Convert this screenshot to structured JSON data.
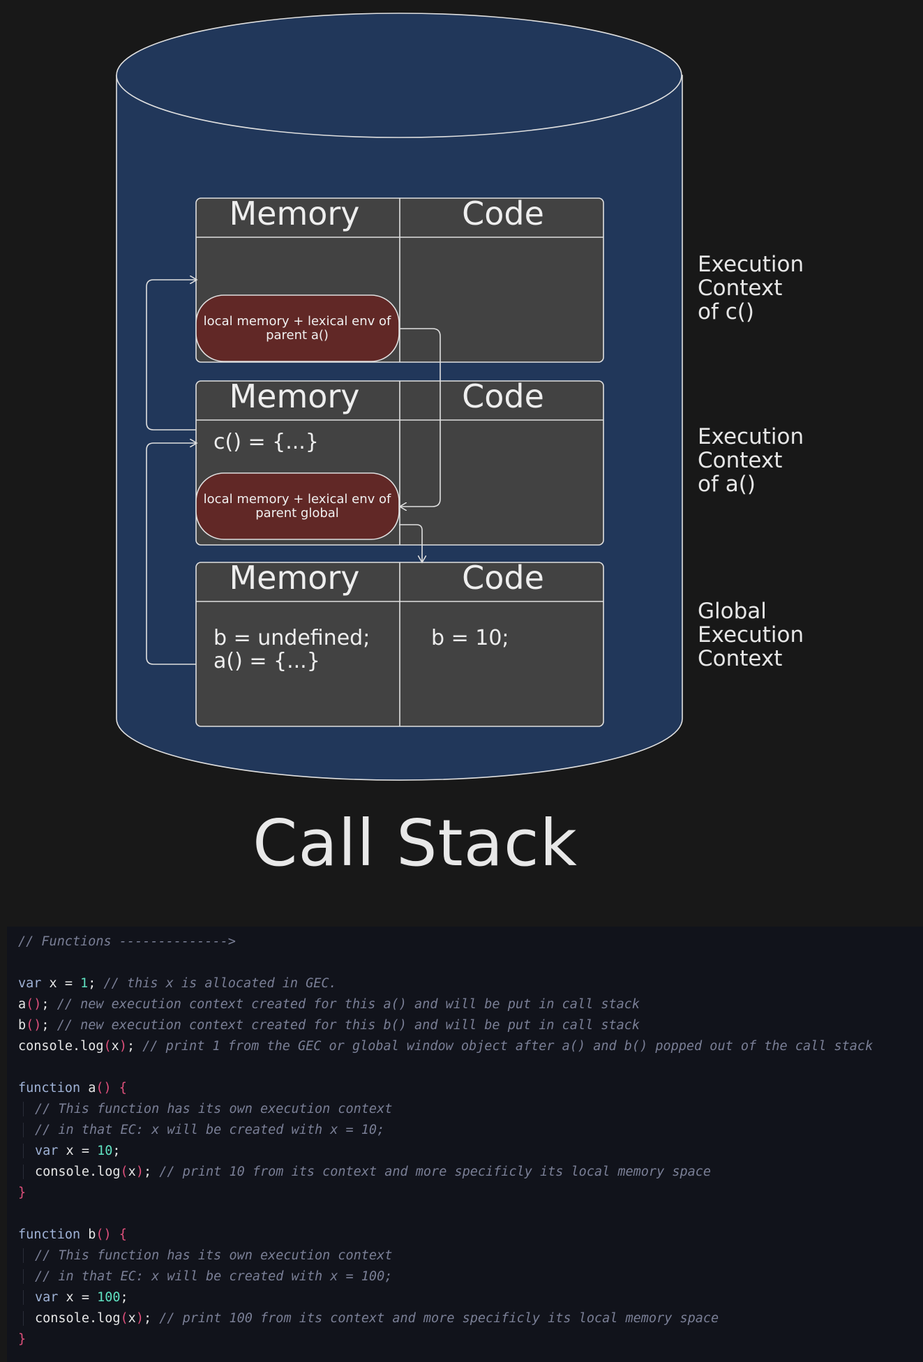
{
  "stack": {
    "contexts": [
      {
        "memory_header": "Memory",
        "code_header": "Code",
        "label_lines": [
          "Execution",
          "Context",
          "of c()"
        ],
        "memory_items": [],
        "code_items": [],
        "bubble": [
          "local memory + lexical env of",
          "parent a()"
        ]
      },
      {
        "memory_header": "Memory",
        "code_header": "Code",
        "label_lines": [
          "Execution",
          "Context",
          "of a()"
        ],
        "memory_items": [
          "c() = {...}"
        ],
        "code_items": [],
        "bubble": [
          "local memory + lexical env of",
          "parent global"
        ]
      },
      {
        "memory_header": "Memory",
        "code_header": "Code",
        "label_lines": [
          "Global",
          "Execution",
          "Context"
        ],
        "memory_items": [
          "b = undefined;",
          "a() = {...}"
        ],
        "code_items": [
          "b = 10;"
        ],
        "bubble": null
      }
    ],
    "title": "Call Stack",
    "colors": {
      "cylinder": "#21375a",
      "panel": "#424242",
      "bubble": "#612826",
      "stroke": "#e0e0e0"
    }
  },
  "code": {
    "lines": [
      [
        {
          "t": "// Functions -------------->",
          "c": "cm"
        }
      ],
      [],
      [
        {
          "t": "var",
          "c": "kw"
        },
        {
          "t": " x = "
        },
        {
          "t": "1",
          "c": "num"
        },
        {
          "t": "; "
        },
        {
          "t": "// this x is allocated in GEC.",
          "c": "cm"
        }
      ],
      [
        {
          "t": "a"
        },
        {
          "t": "()",
          "c": "br"
        },
        {
          "t": "; "
        },
        {
          "t": "// new execution context created for this a() and will be put in call stack",
          "c": "cm"
        }
      ],
      [
        {
          "t": "b"
        },
        {
          "t": "()",
          "c": "br"
        },
        {
          "t": "; "
        },
        {
          "t": "// new execution context created for this b() and will be put in call stack",
          "c": "cm"
        }
      ],
      [
        {
          "t": "console.log"
        },
        {
          "t": "(",
          "c": "br"
        },
        {
          "t": "x"
        },
        {
          "t": ")",
          "c": "br"
        },
        {
          "t": "; "
        },
        {
          "t": "// print 1 from the GEC or global window object after a() and b() popped out of the call stack",
          "c": "cm"
        }
      ],
      [],
      [
        {
          "t": "function",
          "c": "kw"
        },
        {
          "t": " a"
        },
        {
          "t": "() {",
          "c": "br"
        }
      ],
      [
        {
          "t": "// This function has its own execution context",
          "c": "cm",
          "i": 1
        }
      ],
      [
        {
          "t": "// in that EC: x will be created with x = 10;",
          "c": "cm",
          "i": 1
        }
      ],
      [
        {
          "t": "var",
          "c": "kw",
          "i": 1
        },
        {
          "t": " x = "
        },
        {
          "t": "10",
          "c": "num"
        },
        {
          "t": ";"
        }
      ],
      [
        {
          "t": "console.log",
          "i": 1
        },
        {
          "t": "(",
          "c": "br"
        },
        {
          "t": "x"
        },
        {
          "t": ")",
          "c": "br"
        },
        {
          "t": "; "
        },
        {
          "t": "// print 10 from its context and more specificly its local memory space",
          "c": "cm"
        }
      ],
      [
        {
          "t": "}",
          "c": "br"
        }
      ],
      [],
      [
        {
          "t": "function",
          "c": "kw"
        },
        {
          "t": " b"
        },
        {
          "t": "() {",
          "c": "br"
        }
      ],
      [
        {
          "t": "// This function has its own execution context",
          "c": "cm",
          "i": 1
        }
      ],
      [
        {
          "t": "// in that EC: x will be created with x = 100;",
          "c": "cm",
          "i": 1
        }
      ],
      [
        {
          "t": "var",
          "c": "kw",
          "i": 1
        },
        {
          "t": " x = "
        },
        {
          "t": "100",
          "c": "num"
        },
        {
          "t": ";"
        }
      ],
      [
        {
          "t": "console.log",
          "i": 1
        },
        {
          "t": "(",
          "c": "br"
        },
        {
          "t": "x"
        },
        {
          "t": ")",
          "c": "br"
        },
        {
          "t": "; "
        },
        {
          "t": "// print 100 from its context and more specificly its local memory space",
          "c": "cm"
        }
      ],
      [
        {
          "t": "}",
          "c": "br"
        }
      ]
    ]
  }
}
